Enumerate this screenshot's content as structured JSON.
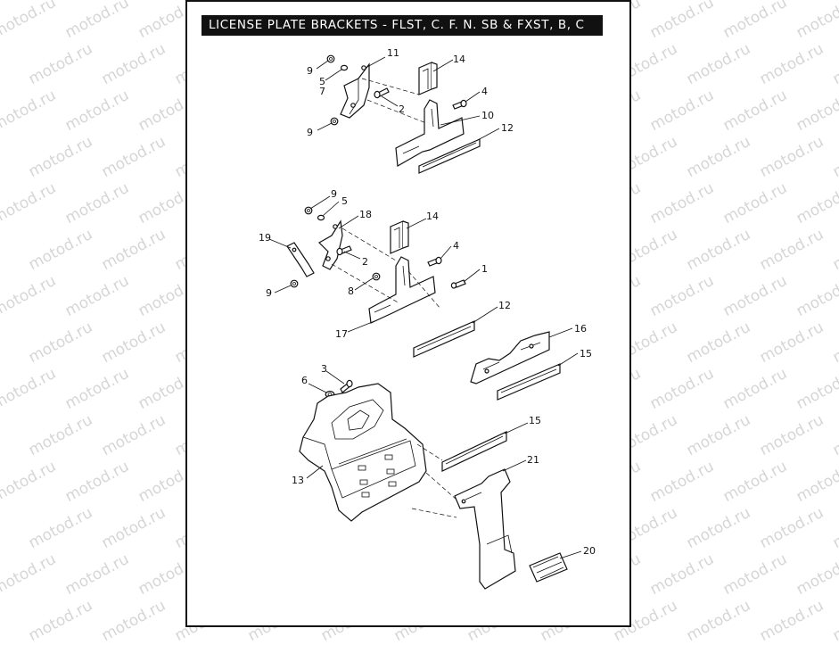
{
  "title": "LICENSE PLATE BRACKETS - FLST, C. F. N. SB & FXST, B, C",
  "watermark_text": "motod.ru",
  "callouts": {
    "c1": "1",
    "c2a": "2",
    "c2b": "2",
    "c3": "3",
    "c4a": "4",
    "c4b": "4",
    "c5a": "5",
    "c5b": "5",
    "c6": "6",
    "c7": "7",
    "c8": "8",
    "c9a": "9",
    "c9b": "9",
    "c9c": "9",
    "c9d": "9",
    "c10": "10",
    "c11": "11",
    "c12a": "12",
    "c12b": "12",
    "c13": "13",
    "c14a": "14",
    "c14b": "14",
    "c15a": "15",
    "c15b": "15",
    "c16": "16",
    "c17": "17",
    "c18": "18",
    "c19": "19",
    "c20": "20",
    "c21": "21"
  }
}
